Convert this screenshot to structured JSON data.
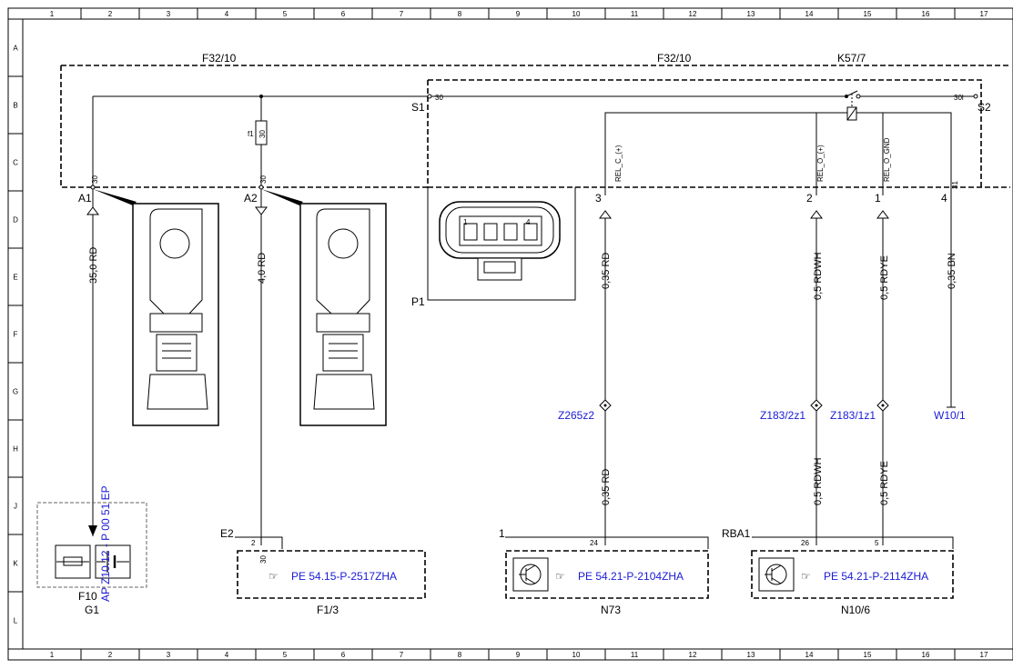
{
  "grid": {
    "columns": [
      "1",
      "2",
      "3",
      "4",
      "5",
      "6",
      "7",
      "8",
      "9",
      "10",
      "11",
      "12",
      "13",
      "14",
      "15",
      "16",
      "17"
    ],
    "rows": [
      "A",
      "B",
      "C",
      "D",
      "E",
      "F",
      "G",
      "H",
      "J",
      "K",
      "L"
    ]
  },
  "modules": {
    "f32_left": "F32/10",
    "f32_right": "F32/10",
    "k57": "K57/7"
  },
  "labels": {
    "s1": "S1",
    "s2": "S2",
    "a1": "A1",
    "a2": "A2",
    "p1": "P1",
    "f1": "f1",
    "e2": "E2",
    "rba1": "RBA1",
    "n73_pin": "1"
  },
  "pins": {
    "p30_s1": "30",
    "p30l_s2": "30l",
    "p30_a1": "30",
    "p30_a2": "30",
    "fuse_30": "30",
    "fuse_top": "30",
    "relay_pin3": "3",
    "relay_pin2": "2",
    "relay_pin1": "1",
    "relay_pin4": "4",
    "rel_c": "REL_C_(+)",
    "rel_o": "REL_O_(+)",
    "rel_o_gnd": "REL_O_GND",
    "pin31": "31",
    "conn_1": "1",
    "conn_4": "4",
    "e2_pin2": "2",
    "e2_pin30": "30",
    "n73_pin24": "24",
    "n106_pin26": "26",
    "n106_pin5": "5"
  },
  "wires": {
    "w1": "35,0 RD",
    "w2": "4,0 RD",
    "w3": "0,35 RD",
    "w4": "0,5 RDWH",
    "w5": "0,5 RDYE",
    "w6": "0,35 BN",
    "w7": "0,35 RD",
    "w8": "0,5 RDWH",
    "w9": "0,5 RDYE"
  },
  "splices": {
    "z1": "Z265z2",
    "z2": "Z183/2z1",
    "z3": "Z183/1z1",
    "w10": "W10/1"
  },
  "components": {
    "f1_3": "F1/3",
    "n73": "N73",
    "n10_6": "N10/6",
    "g1": "G1",
    "f10": "F10",
    "ap_ref": "AP Z10.12 - P 00 51 EP"
  },
  "refs": {
    "e2_ref": "PE 54.15-P-2517ZHA",
    "n73_ref": "PE 54.21-P-2104ZHA",
    "n106_ref": "PE 54.21-P-2114ZHA"
  }
}
